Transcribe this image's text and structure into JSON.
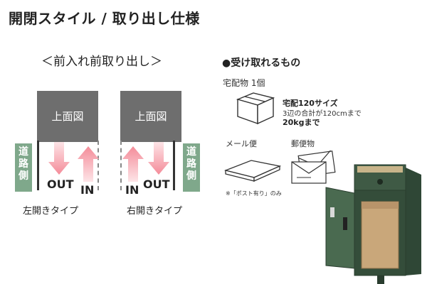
{
  "title": "開閉スタイル / 取り出し仕様",
  "diagram": {
    "subtitle": "＜前入れ前取り出し＞",
    "top_view_label": "上面図",
    "road_side_label": [
      "道",
      "路",
      "側"
    ],
    "out_label": "OUT",
    "in_label": "IN",
    "left_type_label": "左開きタイプ",
    "right_type_label": "右開きタイプ",
    "out_arrow_color": "#f7a3ae",
    "road_color": "#7fa88b",
    "top_view_color": "#6e6e6e"
  },
  "receivables": {
    "heading": "●受け取れるもの",
    "takuhai_label": "宅配物 1個",
    "takuhai_spec_title": "宅配120サイズ",
    "takuhai_spec_detail": "3辺の合計が120cmまで",
    "takuhai_spec_weight": "20kgまで",
    "mail_label": "メール便",
    "post_label": "郵便物",
    "note": "※「ポスト有り」のみ"
  },
  "product": {
    "body_color": "#3f5a45"
  }
}
